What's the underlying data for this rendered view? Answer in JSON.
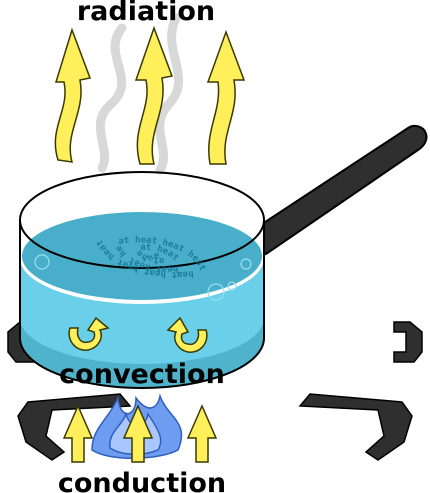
{
  "labels": {
    "top": "radiation",
    "middle": "convection",
    "bottom": "conduction"
  },
  "spiral_text": "heat heat heat heat heat heat heat heat heat heat heat heat heat",
  "colors": {
    "arrow_fill": "#ffef5a",
    "arrow_stroke": "#3a3a00",
    "water_top": "#49aeca",
    "water_side": "#6ad0ea",
    "water_bottom": "#4fb3cc",
    "handle": "#2f2f2f",
    "flame": "#5b8fe8",
    "steam": "#d8d8d8"
  },
  "icons": [
    "radiation-arrow-icon",
    "convection-arrow-icon",
    "conduction-arrow-icon",
    "flame-icon",
    "steam-icon",
    "pan-icon"
  ]
}
